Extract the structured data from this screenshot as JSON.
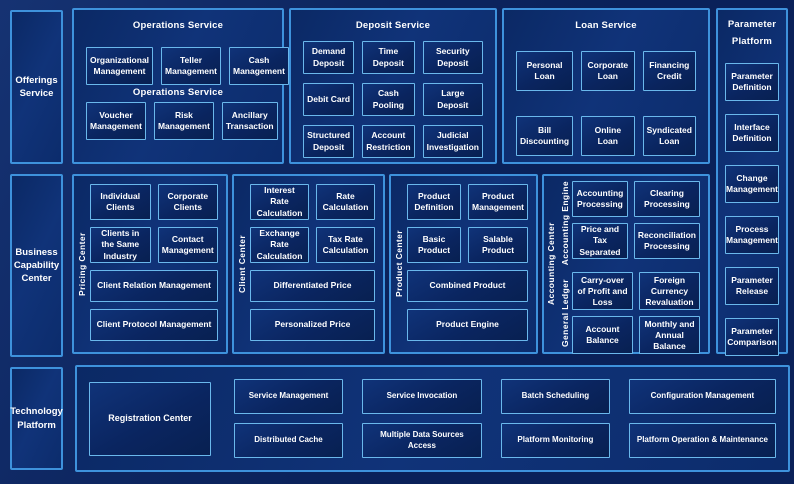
{
  "colors": {
    "background": "#0a2159",
    "section_border": "#3e92dc",
    "box_border": "#6ab8ec",
    "text": "#ffffff"
  },
  "rails": {
    "offerings": "Offerings Service",
    "business": "Business Capability Center",
    "technology": "Technology Platform"
  },
  "operations": {
    "title": "Operations Service",
    "mid_label": "Operations Service",
    "boxes": [
      "Organizational Management",
      "Teller Management",
      "Cash Management",
      "Voucher Management",
      "Risk Management",
      "Ancillary Transaction"
    ]
  },
  "deposit": {
    "title": "Deposit Service",
    "boxes": [
      "Demand Deposit",
      "Time Deposit",
      "Security Deposit",
      "Debit Card",
      "Cash Pooling",
      "Large Deposit",
      "Structured Deposit",
      "Account Restriction",
      "Judicial Investigation"
    ]
  },
  "loan": {
    "title": "Loan Service",
    "boxes": [
      "Personal Loan",
      "Corporate Loan",
      "Financing Credit",
      "Bill Discounting",
      "Online Loan",
      "Syndicated Loan"
    ]
  },
  "parameter": {
    "title_line1": "Parameter",
    "title_line2": "Platform",
    "boxes": [
      "Parameter Definition",
      "Interface Definition",
      "Change Management",
      "Process Management",
      "Parameter Release",
      "Parameter Comparison"
    ]
  },
  "pricing": {
    "label": "Pricing Center",
    "small": [
      "Individual Clients",
      "Corporate Clients",
      "Clients in the Same Industry",
      "Contact Management"
    ],
    "wide": [
      "Client Relation Management",
      "Client Protocol Management"
    ]
  },
  "client": {
    "label": "Client Center",
    "small": [
      "Interest Rate Calculation",
      "Rate Calculation",
      "Exchange Rate Calculation",
      "Tax Rate Calculation"
    ],
    "wide": [
      "Differentiated Price",
      "Personalized Price"
    ]
  },
  "product": {
    "label": "Product Center",
    "small": [
      "Product Definition",
      "Product Management",
      "Basic Product",
      "Salable Product"
    ],
    "wide": [
      "Combined Product",
      "Product Engine"
    ]
  },
  "accounting": {
    "label": "Accounting Center",
    "engine_label": "Accounting Engine",
    "ledger_label": "General Ledger",
    "engine": [
      "Accounting Processing",
      "Clearing Processing",
      "Price and Tax Separated",
      "Reconciliation Processing"
    ],
    "ledger": [
      "Carry-over of Profit and Loss",
      "Foreign Currency Revaluation",
      "Account Balance",
      "Monthly and Annual Balance"
    ]
  },
  "technology": {
    "registration": "Registration Center",
    "grid": [
      "Service Management",
      "Service Invocation",
      "Batch Scheduling",
      "Configuration Management",
      "Distributed Cache",
      "Multiple Data Sources Access",
      "Platform Monitoring",
      "Platform Operation & Maintenance"
    ]
  }
}
